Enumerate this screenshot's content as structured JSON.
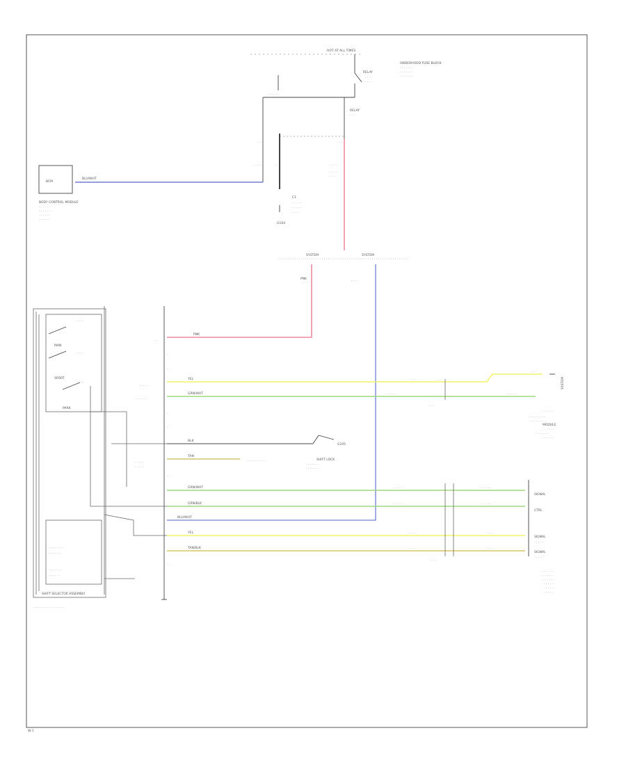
{
  "colors": {
    "blue": "#6f7fd6",
    "red": "#f08a9e",
    "yellow": "#f3f36a",
    "green": "#9fd87c",
    "tan": "#d6c46a",
    "line": "#444444"
  },
  "labels": {
    "hot_at_all_times": "HOT AT ALL TIMES",
    "underhood_fuse_block": "UNDERHOOD FUSE BLOCK",
    "relay": "RELAY",
    "relay_contact": "RELAY",
    "module": "BODY CONTROL MODULE",
    "module_box_text": "BCM",
    "switch_assembly": "SHIFT SELECTOR ASSEMBLY",
    "switch_1": "MAN",
    "switch_2": "SPORT",
    "switch_3": "PARK",
    "ground_1": "G104",
    "ground_2": "G105",
    "system_1": "SYSTEM",
    "system_2": "SYSTEM",
    "transmission_module": "MODULE",
    "shift_lock": "SHIFT LOCK",
    "inline_connector": "C1",
    "other_1": "SYSTEM",
    "footer_note": "DIAGRAM",
    "page_id": "W-1"
  },
  "wires": [
    {
      "name": "blue-top",
      "label": "BLU/WHT"
    },
    {
      "name": "red-vertical",
      "label": "PNK"
    },
    {
      "name": "red-horizontal",
      "label": "PNK"
    },
    {
      "name": "yellow-upper",
      "label": "YEL"
    },
    {
      "name": "green-upper",
      "label": "GRN/WHT"
    },
    {
      "name": "black-middle",
      "label": "BLK"
    },
    {
      "name": "tan-middle",
      "label": "TAN"
    },
    {
      "name": "green-lower-1",
      "label": "GRN/WHT"
    },
    {
      "name": "green-lower-2",
      "label": "GRN/BLK"
    },
    {
      "name": "blue-lower",
      "label": "BLU/WHT"
    },
    {
      "name": "yellow-lower",
      "label": "YEL"
    },
    {
      "name": "tan-lower",
      "label": "TAN/BLK"
    }
  ],
  "right_labels": [
    "SIGNAL",
    "CTRL",
    "SIGNAL",
    "SIGNAL"
  ]
}
